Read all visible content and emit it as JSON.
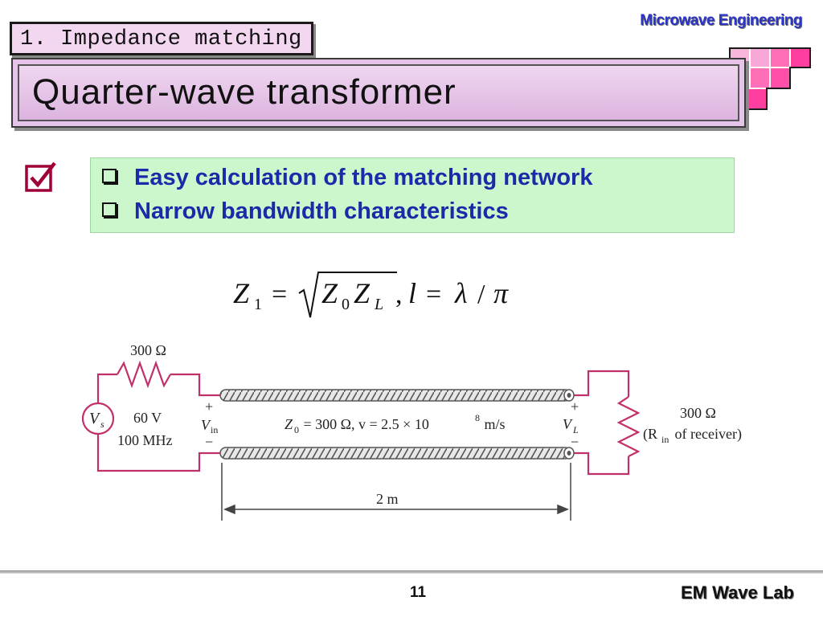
{
  "header": {
    "section_label": "1. Impedance matching",
    "title": "Quarter-wave transformer",
    "brand": "Microwave Engineering"
  },
  "accent_colors": {
    "title_bar": "#e6c3e8",
    "decor_pink": "#f7a8d8",
    "decor_magenta": "#ff4fa8",
    "bullet_box": "#ccf7cc",
    "bullet_text": "#1b2aa8",
    "circuit": "#c0306a"
  },
  "icons": {
    "check": "checked-box-icon",
    "bullet": "square-bullet-icon"
  },
  "bullets": [
    "Easy calculation of the matching network",
    "Narrow bandwidth characteristics"
  ],
  "formula": {
    "z1": "Z",
    "z1_sub": "1",
    "eq": "=",
    "z0": "Z",
    "z0_sub": "0",
    "zl": "Z",
    "zl_sub": "L",
    "comma": ",",
    "l": "l",
    "eq2": "=",
    "lambda": "λ",
    "slash": "/",
    "pi": "π"
  },
  "circuit": {
    "source_resistor": "300 Ω",
    "source_symbol": "V",
    "source_symbol_sub": "s",
    "source_voltage": "60 V",
    "source_frequency": "100 MHz",
    "vin_plus": "+",
    "vin": "V",
    "vin_sub": "in",
    "vin_minus": "−",
    "line_z0": "Z",
    "line_z0_sub": "0",
    "line_params_rest": " = 300 Ω, v = 2.5 × 10",
    "line_exp": "8",
    "line_unit": " m/s",
    "vl_plus": "+",
    "vl": "V",
    "vl_sub": "L",
    "vl_minus": "−",
    "load_value": "300 Ω",
    "load_desc_open": "(R",
    "load_desc_sub": "in",
    "load_desc_rest": " of receiver)",
    "length": "2 m"
  },
  "footer": {
    "page_number": "11",
    "lab": "EM Wave Lab"
  }
}
